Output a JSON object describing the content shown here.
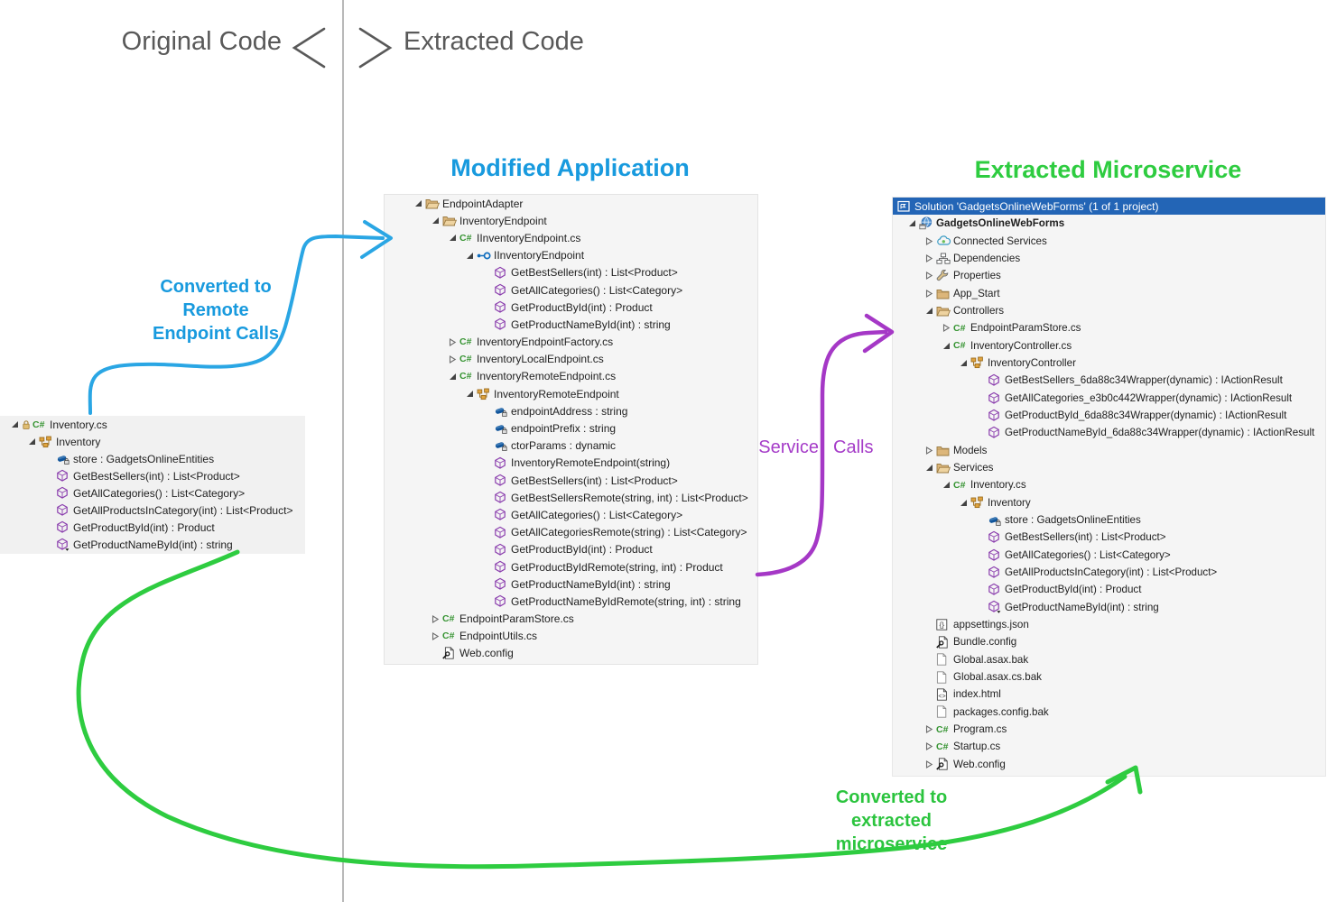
{
  "header": {
    "original_label": "Original Code",
    "extracted_label": "Extracted Code"
  },
  "titles": {
    "modified": "Modified Application",
    "extracted": "Extracted Microservice"
  },
  "solution_header": "Solution 'GadgetsOnlineWebForms' (1 of 1 project)",
  "arrow_labels": {
    "blue": {
      "lines": [
        "Converted to",
        "Remote",
        "Endpoint Calls"
      ]
    },
    "purple": {
      "lines": [
        "Service",
        "Calls"
      ]
    },
    "green": {
      "lines": [
        "Converted to",
        "extracted",
        "microservice"
      ]
    }
  },
  "colors": {
    "blue_title": "#189ade",
    "blue_arrow": "#2aa6e4",
    "green_title": "#2ecc40",
    "green_arrow": "#2ecc40",
    "purple_label": "#a53cc8",
    "purple_arrow": "#a538c6",
    "solution_bar": "#2365b6",
    "header_text": "#595959",
    "folder": "#dcb67a",
    "csharp_green": "#369432",
    "method_purple": "#8b3fae",
    "field_blue": "#10549a",
    "class_orange": "#e0a33e"
  },
  "panels": {
    "original": {
      "rows": [
        {
          "indent": 0,
          "expand": "open",
          "icons": [
            "lock",
            "csharp"
          ],
          "label": "Inventory.cs"
        },
        {
          "indent": 1,
          "expand": "open",
          "icons": [
            "class"
          ],
          "label": "Inventory"
        },
        {
          "indent": 2,
          "expand": "",
          "icons": [
            "field"
          ],
          "label": "store : GadgetsOnlineEntities"
        },
        {
          "indent": 2,
          "expand": "",
          "icons": [
            "method"
          ],
          "label": "GetBestSellers(int) : List<Product>"
        },
        {
          "indent": 2,
          "expand": "",
          "icons": [
            "method"
          ],
          "label": "GetAllCategories() : List<Category>"
        },
        {
          "indent": 2,
          "expand": "",
          "icons": [
            "method"
          ],
          "label": "GetAllProductsInCategory(int) : List<Product>"
        },
        {
          "indent": 2,
          "expand": "",
          "icons": [
            "method"
          ],
          "label": "GetProductById(int) : Product"
        },
        {
          "indent": 2,
          "expand": "",
          "icons": [
            "method-private"
          ],
          "label": "GetProductNameById(int) : string"
        }
      ]
    },
    "modified": {
      "rows": [
        {
          "indent": 0,
          "expand": "open",
          "icons": [
            "folder-open"
          ],
          "label": "EndpointAdapter"
        },
        {
          "indent": 1,
          "expand": "open",
          "icons": [
            "folder-open"
          ],
          "label": "InventoryEndpoint"
        },
        {
          "indent": 2,
          "expand": "open",
          "icons": [
            "csharp"
          ],
          "label": "IInventoryEndpoint.cs"
        },
        {
          "indent": 3,
          "expand": "open",
          "icons": [
            "interface"
          ],
          "label": "IInventoryEndpoint"
        },
        {
          "indent": 4,
          "expand": "",
          "icons": [
            "method"
          ],
          "label": "GetBestSellers(int) : List<Product>"
        },
        {
          "indent": 4,
          "expand": "",
          "icons": [
            "method"
          ],
          "label": "GetAllCategories() : List<Category>"
        },
        {
          "indent": 4,
          "expand": "",
          "icons": [
            "method"
          ],
          "label": "GetProductById(int) : Product"
        },
        {
          "indent": 4,
          "expand": "",
          "icons": [
            "method"
          ],
          "label": "GetProductNameById(int) : string"
        },
        {
          "indent": 2,
          "expand": "closed",
          "icons": [
            "csharp"
          ],
          "label": "InventoryEndpointFactory.cs"
        },
        {
          "indent": 2,
          "expand": "closed",
          "icons": [
            "csharp"
          ],
          "label": "InventoryLocalEndpoint.cs"
        },
        {
          "indent": 2,
          "expand": "open",
          "icons": [
            "csharp"
          ],
          "label": "InventoryRemoteEndpoint.cs"
        },
        {
          "indent": 3,
          "expand": "open",
          "icons": [
            "class"
          ],
          "label": "InventoryRemoteEndpoint"
        },
        {
          "indent": 4,
          "expand": "",
          "icons": [
            "field"
          ],
          "label": "endpointAddress : string"
        },
        {
          "indent": 4,
          "expand": "",
          "icons": [
            "field"
          ],
          "label": "endpointPrefix : string"
        },
        {
          "indent": 4,
          "expand": "",
          "icons": [
            "field"
          ],
          "label": "ctorParams : dynamic"
        },
        {
          "indent": 4,
          "expand": "",
          "icons": [
            "method"
          ],
          "label": "InventoryRemoteEndpoint(string)"
        },
        {
          "indent": 4,
          "expand": "",
          "icons": [
            "method"
          ],
          "label": "GetBestSellers(int) : List<Product>"
        },
        {
          "indent": 4,
          "expand": "",
          "icons": [
            "method"
          ],
          "label": "GetBestSellersRemote(string, int) : List<Product>"
        },
        {
          "indent": 4,
          "expand": "",
          "icons": [
            "method"
          ],
          "label": "GetAllCategories() : List<Category>"
        },
        {
          "indent": 4,
          "expand": "",
          "icons": [
            "method"
          ],
          "label": "GetAllCategoriesRemote(string) : List<Category>"
        },
        {
          "indent": 4,
          "expand": "",
          "icons": [
            "method"
          ],
          "label": "GetProductById(int) : Product"
        },
        {
          "indent": 4,
          "expand": "",
          "icons": [
            "method"
          ],
          "label": "GetProductByIdRemote(string, int) : Product"
        },
        {
          "indent": 4,
          "expand": "",
          "icons": [
            "method"
          ],
          "label": "GetProductNameById(int) : string"
        },
        {
          "indent": 4,
          "expand": "",
          "icons": [
            "method"
          ],
          "label": "GetProductNameByIdRemote(string, int) : string"
        },
        {
          "indent": 1,
          "expand": "closed",
          "icons": [
            "csharp"
          ],
          "label": "EndpointParamStore.cs"
        },
        {
          "indent": 1,
          "expand": "closed",
          "icons": [
            "csharp"
          ],
          "label": "EndpointUtils.cs"
        },
        {
          "indent": 1,
          "expand": "",
          "icons": [
            "config"
          ],
          "label": "Web.config"
        }
      ]
    },
    "extracted": {
      "rows": [
        {
          "indent": 0,
          "expand": "open",
          "icons": [
            "project"
          ],
          "label": "GadgetsOnlineWebForms",
          "bold": true
        },
        {
          "indent": 1,
          "expand": "closed",
          "icons": [
            "cloud"
          ],
          "label": "Connected Services"
        },
        {
          "indent": 1,
          "expand": "closed",
          "icons": [
            "dependencies"
          ],
          "label": "Dependencies"
        },
        {
          "indent": 1,
          "expand": "closed",
          "icons": [
            "wrench"
          ],
          "label": "Properties"
        },
        {
          "indent": 1,
          "expand": "closed",
          "icons": [
            "folder"
          ],
          "label": "App_Start"
        },
        {
          "indent": 1,
          "expand": "open",
          "icons": [
            "folder-open"
          ],
          "label": "Controllers"
        },
        {
          "indent": 2,
          "expand": "closed",
          "icons": [
            "csharp"
          ],
          "label": "EndpointParamStore.cs"
        },
        {
          "indent": 2,
          "expand": "open",
          "icons": [
            "csharp"
          ],
          "label": "InventoryController.cs"
        },
        {
          "indent": 3,
          "expand": "open",
          "icons": [
            "class"
          ],
          "label": "InventoryController"
        },
        {
          "indent": 4,
          "expand": "",
          "icons": [
            "method"
          ],
          "label": "GetBestSellers_6da88c34Wrapper(dynamic) : IActionResult"
        },
        {
          "indent": 4,
          "expand": "",
          "icons": [
            "method"
          ],
          "label": "GetAllCategories_e3b0c442Wrapper(dynamic) : IActionResult"
        },
        {
          "indent": 4,
          "expand": "",
          "icons": [
            "method"
          ],
          "label": "GetProductById_6da88c34Wrapper(dynamic) : IActionResult"
        },
        {
          "indent": 4,
          "expand": "",
          "icons": [
            "method"
          ],
          "label": "GetProductNameById_6da88c34Wrapper(dynamic) : IActionResult"
        },
        {
          "indent": 1,
          "expand": "closed",
          "icons": [
            "folder"
          ],
          "label": "Models"
        },
        {
          "indent": 1,
          "expand": "open",
          "icons": [
            "folder-open"
          ],
          "label": "Services"
        },
        {
          "indent": 2,
          "expand": "open",
          "icons": [
            "csharp"
          ],
          "label": "Inventory.cs"
        },
        {
          "indent": 3,
          "expand": "open",
          "icons": [
            "class"
          ],
          "label": "Inventory"
        },
        {
          "indent": 4,
          "expand": "",
          "icons": [
            "field"
          ],
          "label": "store : GadgetsOnlineEntities"
        },
        {
          "indent": 4,
          "expand": "",
          "icons": [
            "method"
          ],
          "label": "GetBestSellers(int) : List<Product>"
        },
        {
          "indent": 4,
          "expand": "",
          "icons": [
            "method"
          ],
          "label": "GetAllCategories() : List<Category>"
        },
        {
          "indent": 4,
          "expand": "",
          "icons": [
            "method"
          ],
          "label": "GetAllProductsInCategory(int) : List<Product>"
        },
        {
          "indent": 4,
          "expand": "",
          "icons": [
            "method"
          ],
          "label": "GetProductById(int) : Product"
        },
        {
          "indent": 4,
          "expand": "",
          "icons": [
            "method-private"
          ],
          "label": "GetProductNameById(int) : string"
        },
        {
          "indent": 1,
          "expand": "",
          "icons": [
            "json"
          ],
          "label": "appsettings.json"
        },
        {
          "indent": 1,
          "expand": "",
          "icons": [
            "config"
          ],
          "label": "Bundle.config"
        },
        {
          "indent": 1,
          "expand": "",
          "icons": [
            "file"
          ],
          "label": "Global.asax.bak"
        },
        {
          "indent": 1,
          "expand": "",
          "icons": [
            "file"
          ],
          "label": "Global.asax.cs.bak"
        },
        {
          "indent": 1,
          "expand": "",
          "icons": [
            "html"
          ],
          "label": "index.html"
        },
        {
          "indent": 1,
          "expand": "",
          "icons": [
            "file"
          ],
          "label": "packages.config.bak"
        },
        {
          "indent": 1,
          "expand": "closed",
          "icons": [
            "csharp"
          ],
          "label": "Program.cs"
        },
        {
          "indent": 1,
          "expand": "closed",
          "icons": [
            "csharp"
          ],
          "label": "Startup.cs"
        },
        {
          "indent": 1,
          "expand": "closed",
          "icons": [
            "config"
          ],
          "label": "Web.config"
        }
      ]
    }
  }
}
